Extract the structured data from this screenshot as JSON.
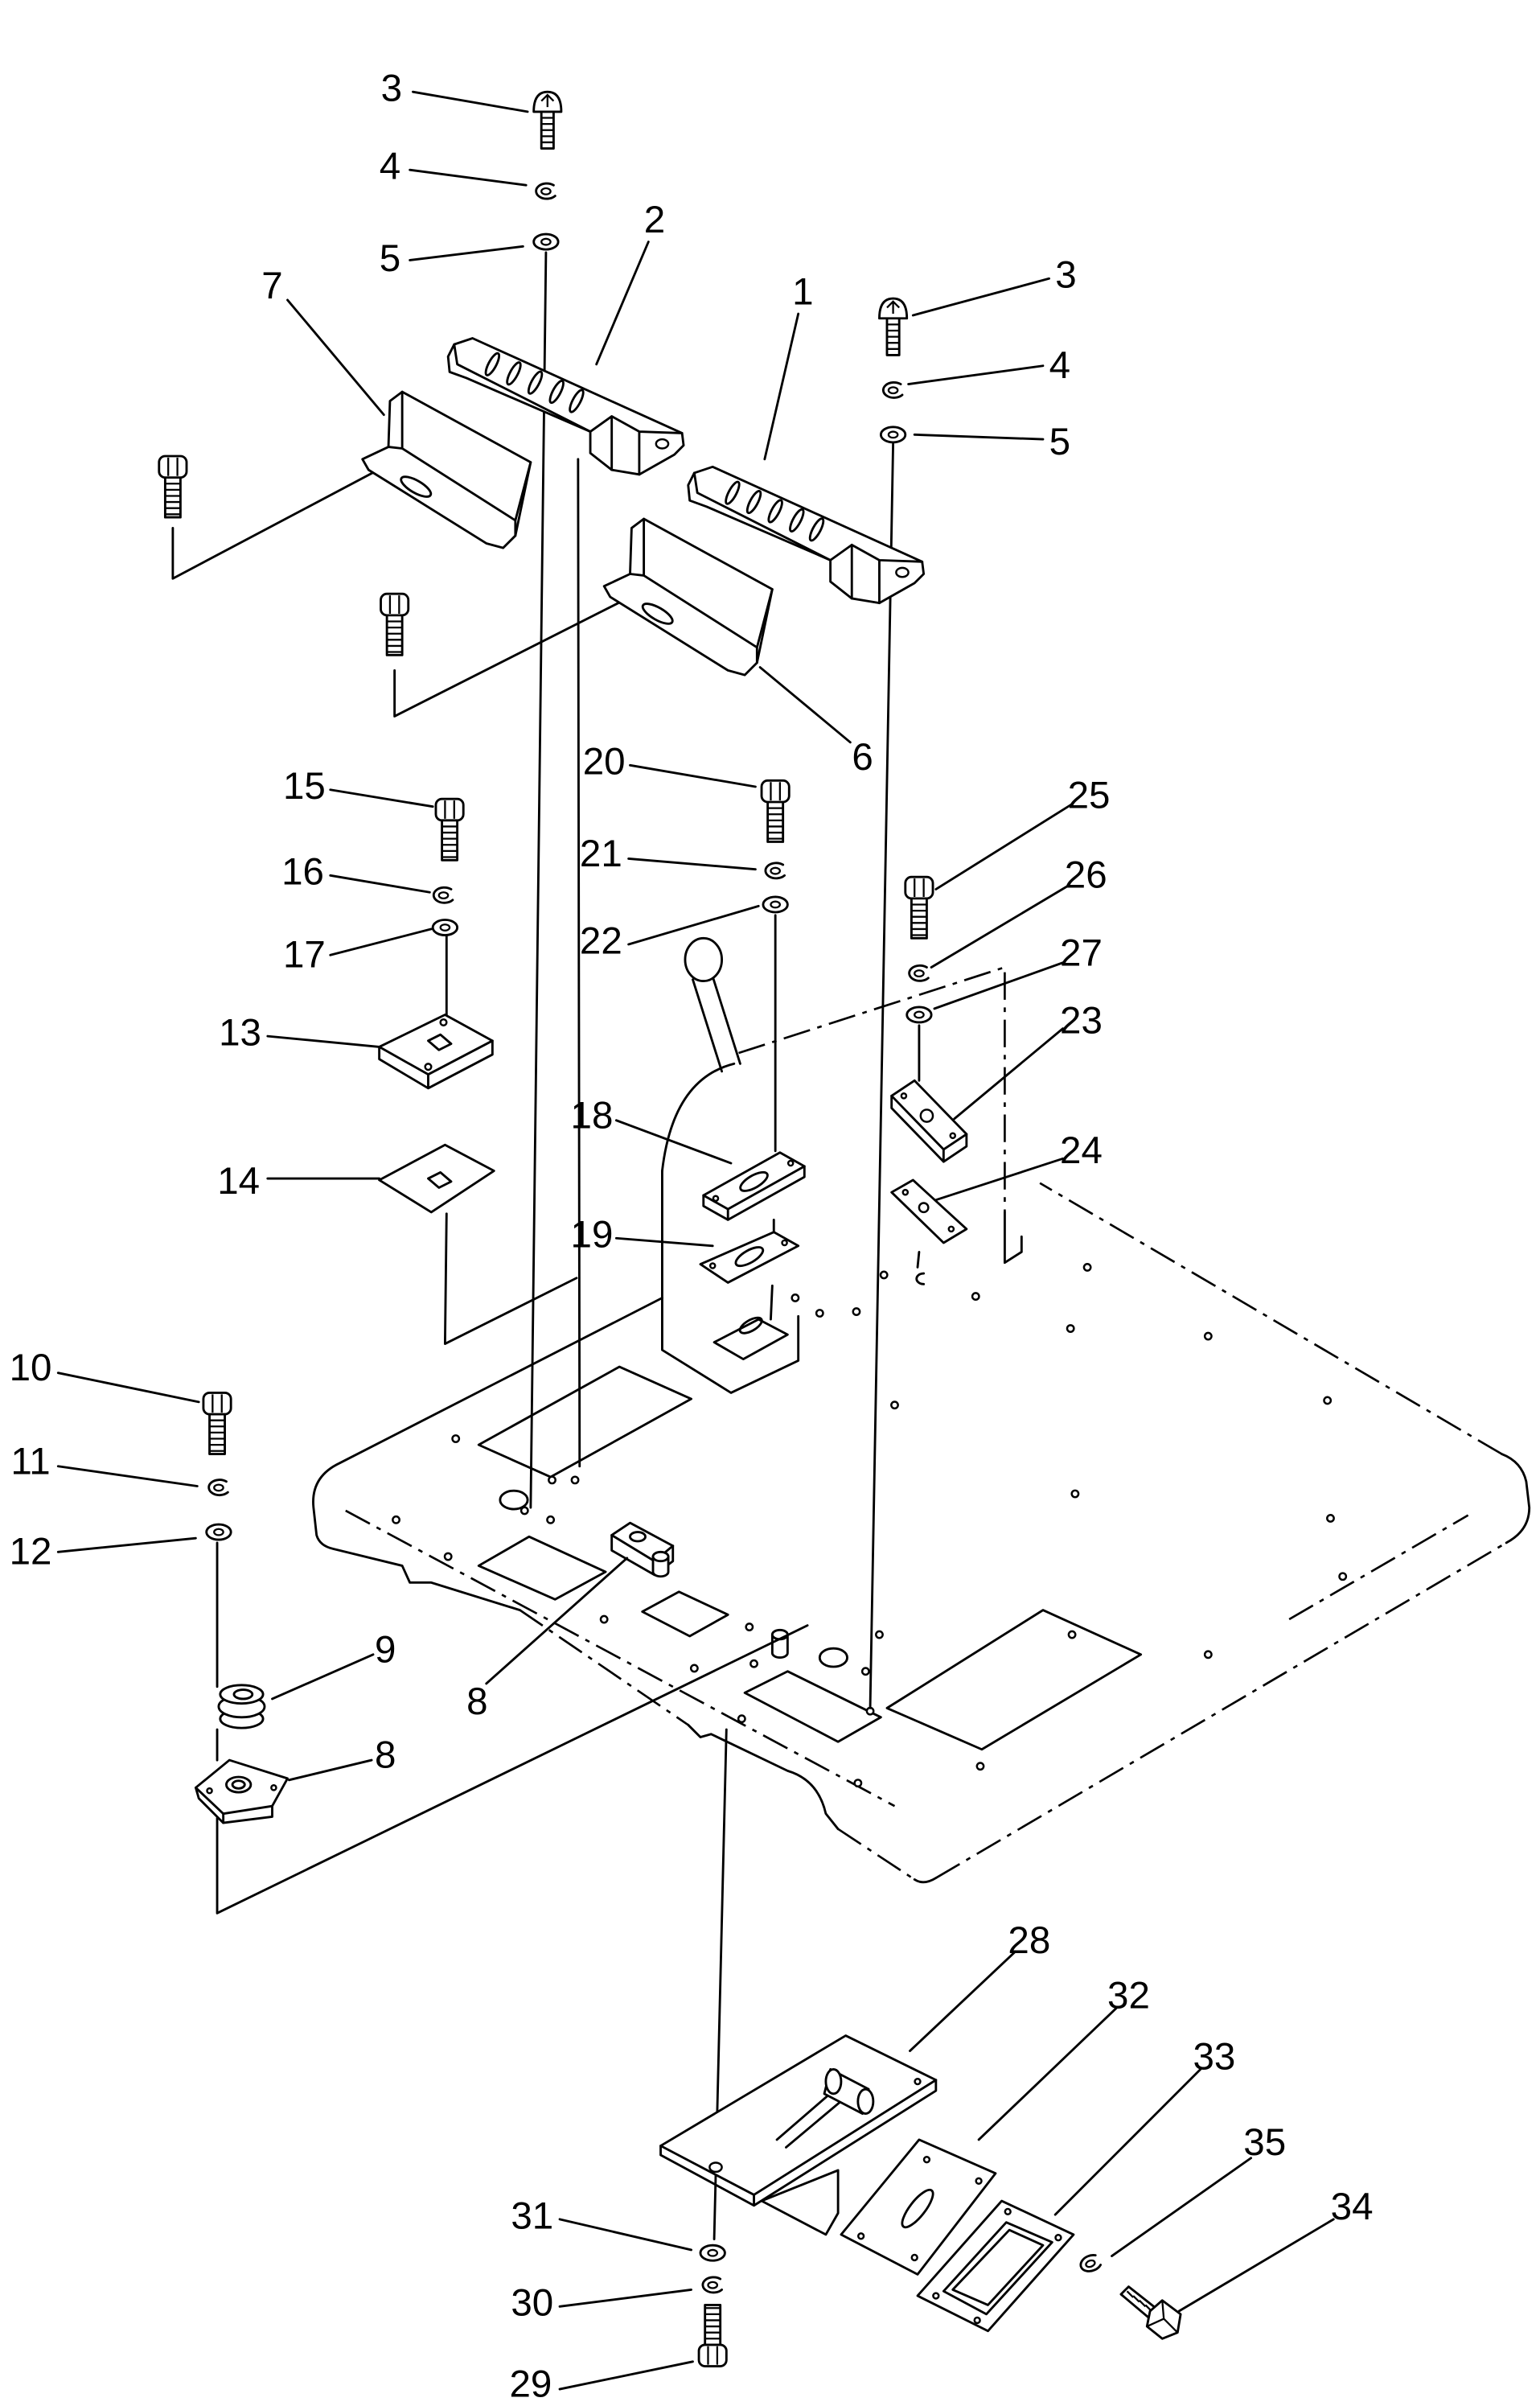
{
  "callouts": [
    "3",
    "4",
    "5",
    "2",
    "7",
    "1",
    "3",
    "4",
    "5",
    "6",
    "15",
    "16",
    "17",
    "13",
    "14",
    "20",
    "21",
    "22",
    "18",
    "19",
    "25",
    "26",
    "27",
    "23",
    "24",
    "10",
    "11",
    "12",
    "9",
    "8",
    "8",
    "28",
    "32",
    "33",
    "35",
    "34",
    "31",
    "30",
    "29"
  ]
}
